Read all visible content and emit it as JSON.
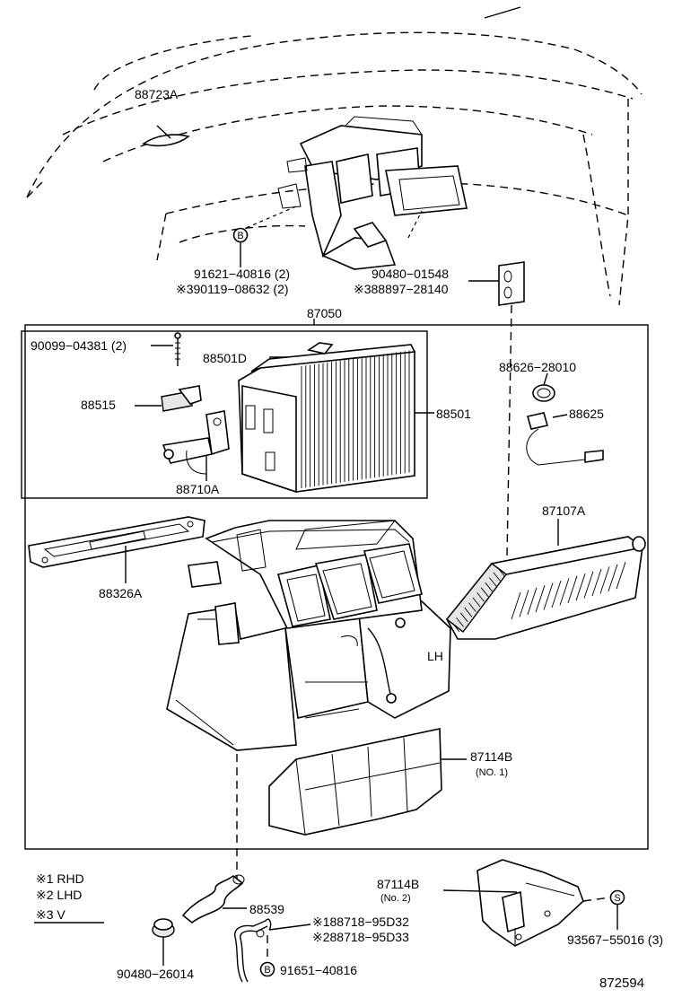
{
  "parts": {
    "p88723A": "88723A",
    "p91621_40816": "91621−40816 (2)",
    "p390119": "※390119−08632 (2)",
    "p90480_01548": "90480−01548",
    "p388897": "※388897−28140",
    "p87050": "87050",
    "p90099": "90099−04381 (2)",
    "p88501D": "88501D",
    "p88515": "88515",
    "p88501": "88501",
    "p88710A": "88710A",
    "p88626": "88626−28010",
    "p88625": "88625",
    "p87107A": "87107A",
    "p88326A": "88326A",
    "p87114B_1": "87114B",
    "p87114B_1_sub": "(NO. 1)",
    "p87114B_2": "87114B",
    "p87114B_2_sub": "(No. 2)",
    "p88539": "88539",
    "p188718": "※188718−95D32",
    "p288718": "※288718−95D33",
    "p90480_26014": "90480−26014",
    "p91651": "91651−40816",
    "p93567": "93567−55016 (3)",
    "lh_mark": "LH",
    "bolt_b1": "B",
    "bolt_b2": "B",
    "bolt_s": "S",
    "figure_no": "872594"
  },
  "legend": {
    "note1": "※1 RHD",
    "note2": "※2 LHD",
    "note3": "※3 V"
  }
}
